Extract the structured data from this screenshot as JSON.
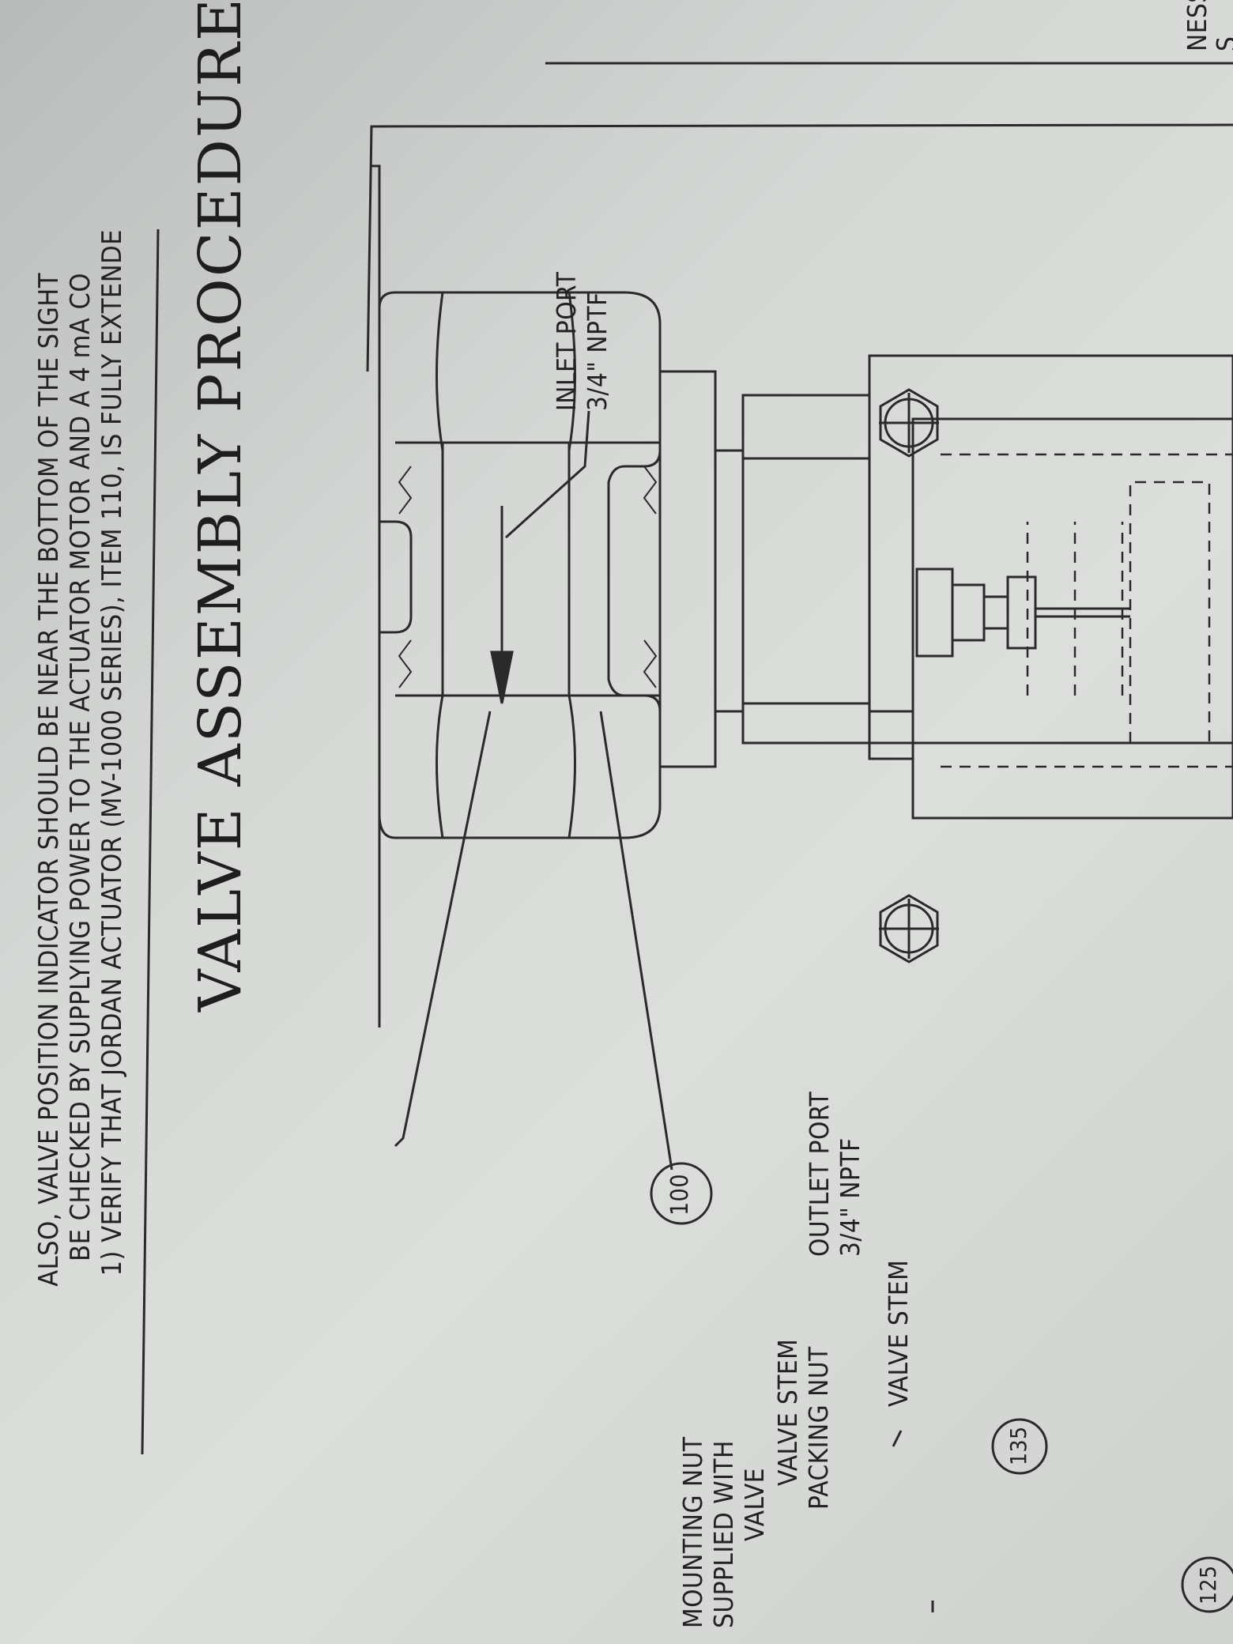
{
  "header": {
    "corner_text_line1": "NESS",
    "corner_text_line2": "S"
  },
  "drawing": {
    "inlet_label_line1": "INLET PORT",
    "inlet_label_line2": "3/4\" NPTF",
    "outlet_label_line1": "OUTLET PORT",
    "outlet_label_line2": "3/4\" NPTF",
    "balloon_body": "100",
    "balloon_125": "125",
    "balloon_135": "135",
    "valve_stem_label": "VALVE STEM",
    "packing_nut_line1": "VALVE STEM",
    "packing_nut_line2": "PACKING NUT",
    "mounting_nut_line1": "MOUNTING NUT",
    "mounting_nut_line2": "SUPPLIED WITH",
    "mounting_nut_line3": "VALVE"
  },
  "procedure": {
    "title": "VALVE ASSEMBLY PROCEDURE",
    "step1_line1": "1) VERIFY THAT JORDAN ACTUATOR (MV-1000 SERIES), ITEM 110, IS FULLY EXTENDE",
    "step1_line2": "BE CHECKED BY SUPPLYING POWER TO THE ACTUATOR MOTOR AND A 4 mA CO",
    "step1_line3": "ALSO, VALVE POSITION INDICATOR SHOULD BE NEAR THE BOTTOM OF THE SIGHT"
  }
}
